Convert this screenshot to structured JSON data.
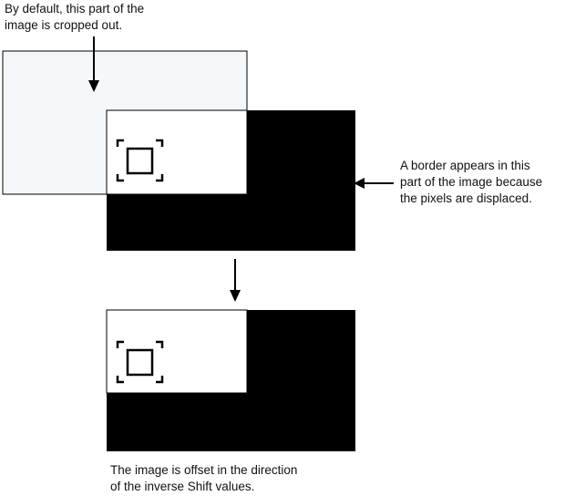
{
  "annotations": {
    "cropped": "By default, this part of the\nimage is cropped out.",
    "border": "A border appears in this\npart of the image because\nthe pixels are displaced.",
    "offset": "The image is offset in the direction\nof the inverse Shift values."
  },
  "colors": {
    "cropped_area_fill": "#f4f8fb",
    "border_fill": "#000000",
    "image_fill": "#ffffff",
    "stroke": "#000000"
  },
  "icons": [
    "crop-frame-icon",
    "crop-frame-icon",
    "down-arrow-icon",
    "left-arrow-icon",
    "down-arrow-icon"
  ]
}
